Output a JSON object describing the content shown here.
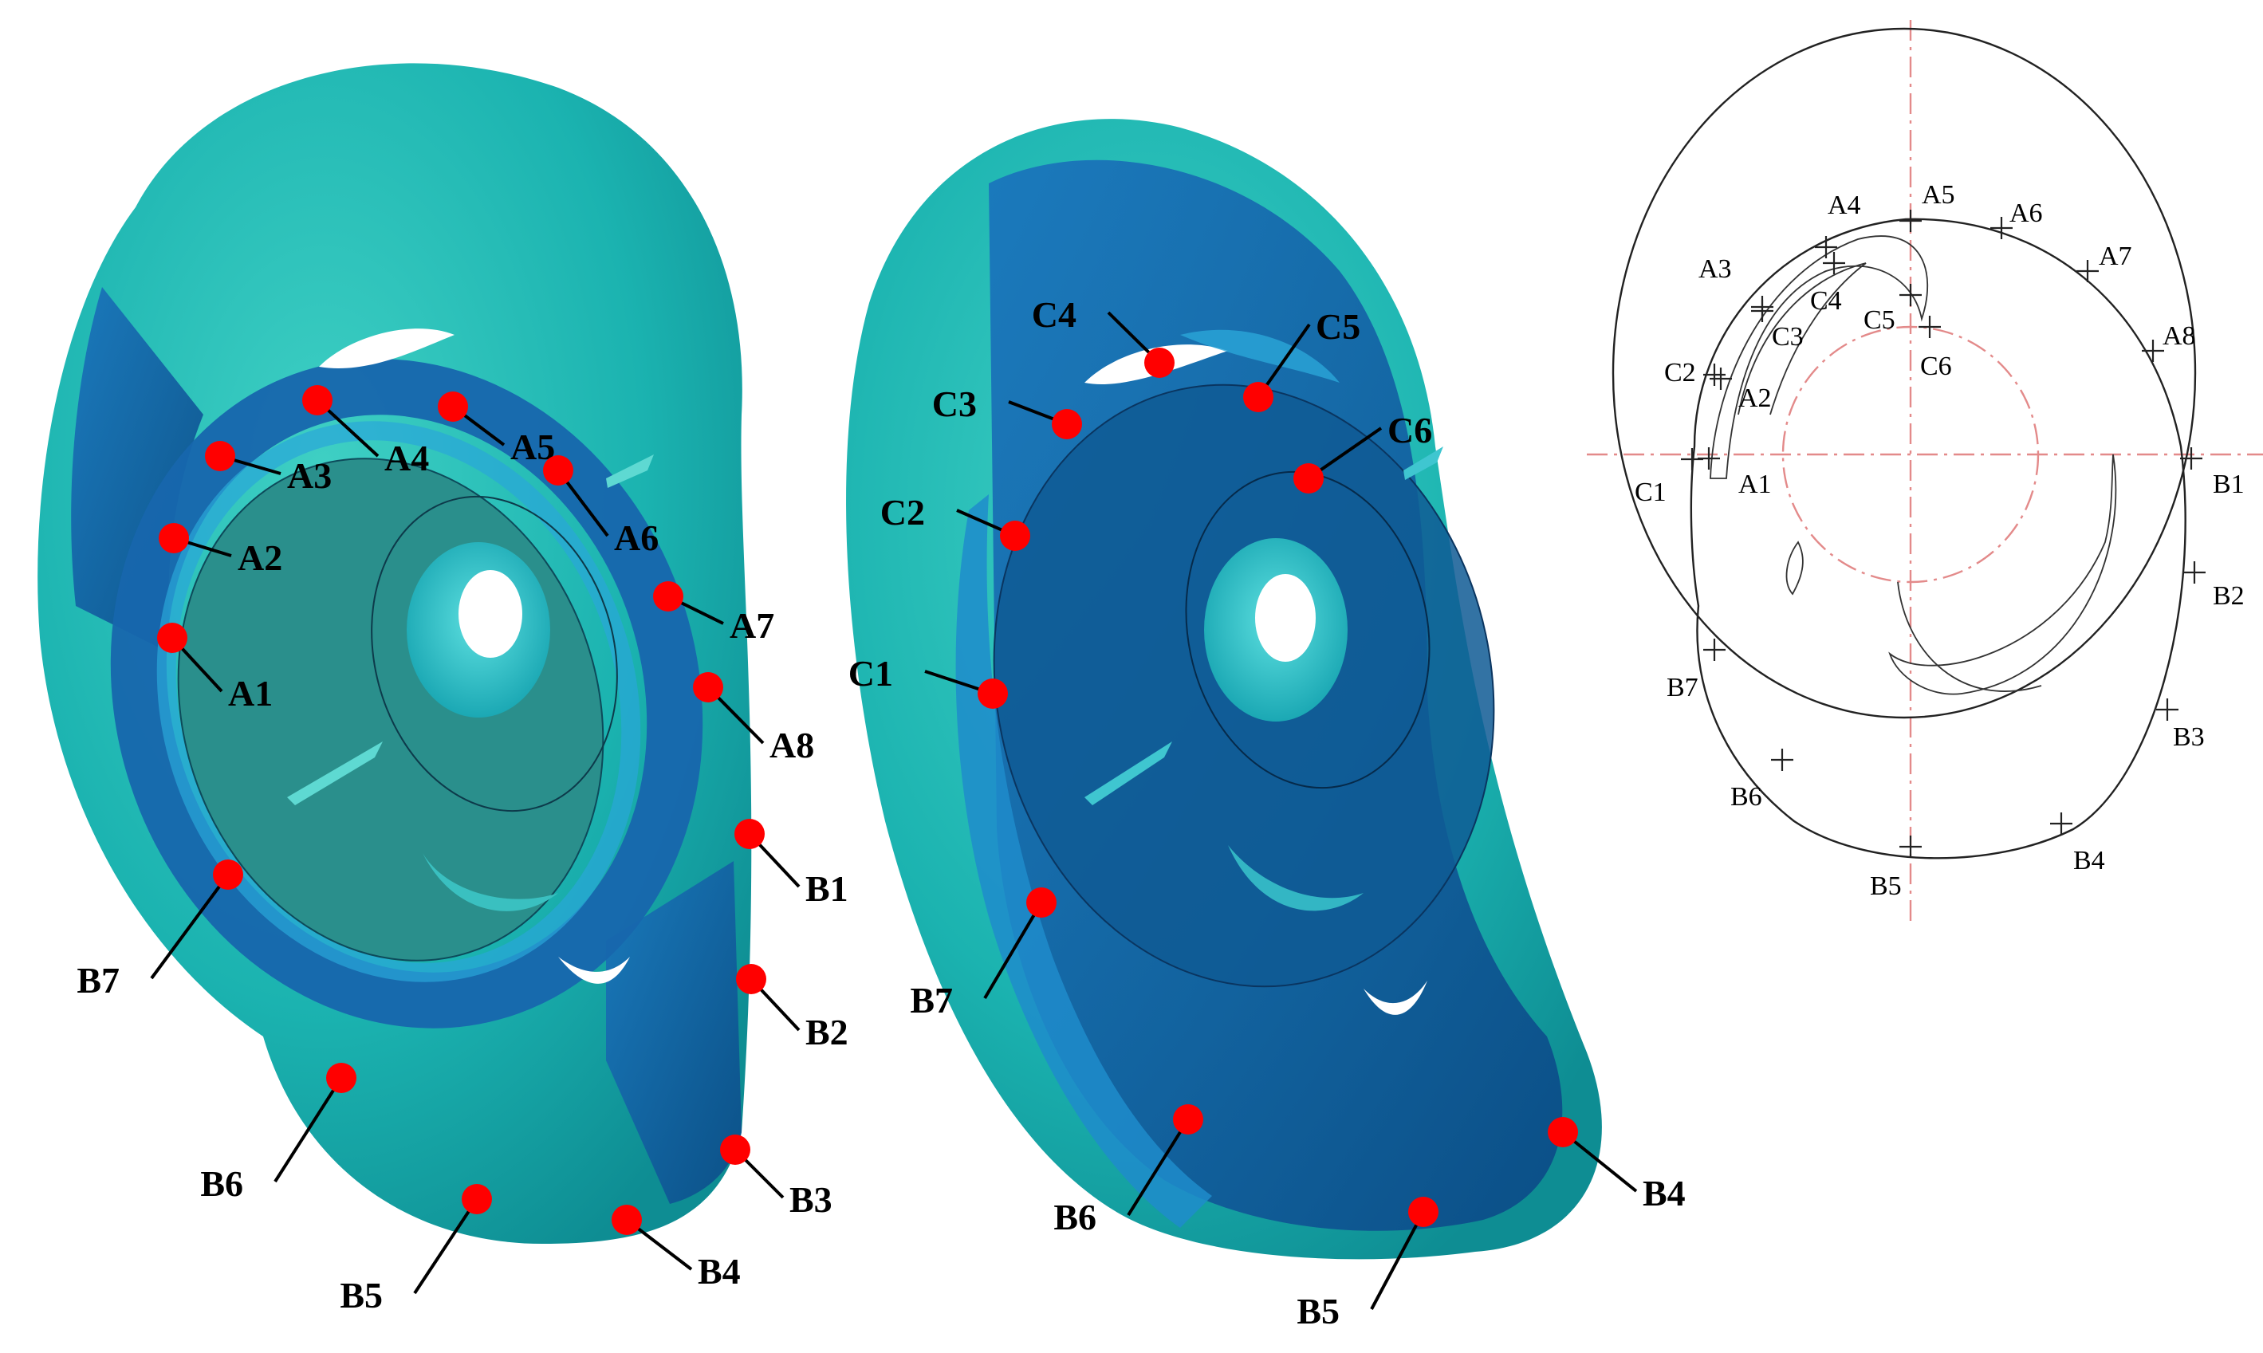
{
  "colors": {
    "teal": "#1bb3b0",
    "teal_dark": "#0f8f95",
    "blue": "#1460a6",
    "blue_dark": "#0b4a86",
    "blue_light": "#1e88c8",
    "marker": "#ff0000",
    "centerline": "#e38a8a"
  },
  "left_model": {
    "points": [
      {
        "id": "A1",
        "label": "A1"
      },
      {
        "id": "A2",
        "label": "A2"
      },
      {
        "id": "A3",
        "label": "A3"
      },
      {
        "id": "A4",
        "label": "A4"
      },
      {
        "id": "A5",
        "label": "A5"
      },
      {
        "id": "A6",
        "label": "A6"
      },
      {
        "id": "A7",
        "label": "A7"
      },
      {
        "id": "A8",
        "label": "A8"
      },
      {
        "id": "B1",
        "label": "B1"
      },
      {
        "id": "B2",
        "label": "B2"
      },
      {
        "id": "B3",
        "label": "B3"
      },
      {
        "id": "B4",
        "label": "B4"
      },
      {
        "id": "B5",
        "label": "B5"
      },
      {
        "id": "B6",
        "label": "B6"
      },
      {
        "id": "B7",
        "label": "B7"
      }
    ]
  },
  "middle_model": {
    "points": [
      {
        "id": "C1",
        "label": "C1"
      },
      {
        "id": "C2",
        "label": "C2"
      },
      {
        "id": "C3",
        "label": "C3"
      },
      {
        "id": "C4",
        "label": "C4"
      },
      {
        "id": "C5",
        "label": "C5"
      },
      {
        "id": "C6",
        "label": "C6"
      },
      {
        "id": "B7",
        "label": "B7"
      },
      {
        "id": "B6",
        "label": "B6"
      },
      {
        "id": "B5",
        "label": "B5"
      },
      {
        "id": "B4",
        "label": "B4"
      }
    ]
  },
  "sketch": {
    "points": [
      {
        "id": "A1",
        "label": "A1"
      },
      {
        "id": "A2",
        "label": "A2"
      },
      {
        "id": "A3",
        "label": "A3"
      },
      {
        "id": "A4",
        "label": "A4"
      },
      {
        "id": "A5",
        "label": "A5"
      },
      {
        "id": "A6",
        "label": "A6"
      },
      {
        "id": "A7",
        "label": "A7"
      },
      {
        "id": "A8",
        "label": "A8"
      },
      {
        "id": "B1",
        "label": "B1"
      },
      {
        "id": "B2",
        "label": "B2"
      },
      {
        "id": "B3",
        "label": "B3"
      },
      {
        "id": "B4",
        "label": "B4"
      },
      {
        "id": "B5",
        "label": "B5"
      },
      {
        "id": "B6",
        "label": "B6"
      },
      {
        "id": "B7",
        "label": "B7"
      },
      {
        "id": "C1",
        "label": "C1"
      },
      {
        "id": "C2",
        "label": "C2"
      },
      {
        "id": "C3",
        "label": "C3"
      },
      {
        "id": "C4",
        "label": "C4"
      },
      {
        "id": "C5",
        "label": "C5"
      },
      {
        "id": "C6",
        "label": "C6"
      }
    ]
  }
}
